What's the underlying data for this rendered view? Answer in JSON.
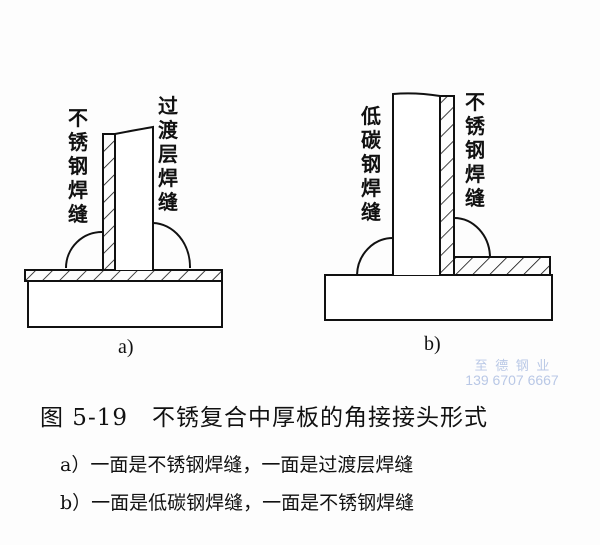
{
  "figure": {
    "a": {
      "left_label": "不锈钢焊缝",
      "right_label": "过渡层焊缝",
      "sublabel": "a)"
    },
    "b": {
      "left_label": "低碳钢焊缝",
      "right_label": "不锈钢焊缝",
      "sublabel": "b)"
    },
    "caption": "图 5-19　不锈复合中厚板的角接接头形式",
    "notes": [
      "a）一面是不锈钢焊缝，一面是过渡层焊缝",
      "b）一面是低碳钢焊缝，一面是不锈钢焊缝"
    ]
  },
  "watermark": {
    "name": "至 德 钢 业",
    "phone": "139 6707 6667"
  },
  "colors": {
    "line": "#111111",
    "watermark": "#b9c8e6"
  }
}
